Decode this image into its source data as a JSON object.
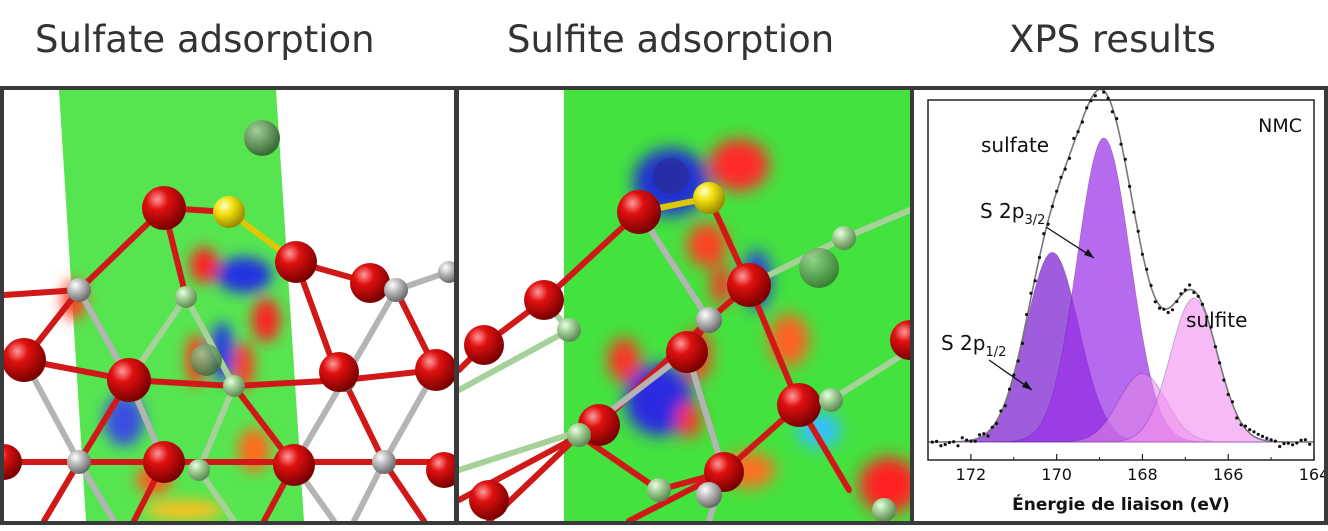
{
  "panels": [
    {
      "title": "Sulfate adsorption"
    },
    {
      "title": "Sulfite adsorption"
    },
    {
      "title": "XPS results"
    }
  ],
  "colors": {
    "oxygen": "#e01010",
    "metal": "#b4b4b4",
    "metal_green": "#a6d29a",
    "sulfur": "#f2e010",
    "field_green": "#44e23e",
    "s2p32": "#9a30e6",
    "s2p12": "#7a1ed0",
    "sulfite_peak": "#f08ff0"
  },
  "chart_data": {
    "type": "line",
    "title": "NMC",
    "xlabel": "Énergie de liaison (eV)",
    "ylabel": "",
    "xlim": [
      173,
      164
    ],
    "x_reversed": true,
    "grid": false,
    "xticks": [
      172,
      170,
      168,
      166,
      164
    ],
    "annotations": [
      {
        "text": "sulfate"
      },
      {
        "text": "sulfite"
      },
      {
        "text": "S 2p",
        "sub": "3/2"
      },
      {
        "text": "S 2p",
        "sub": "1/2"
      }
    ],
    "peaks": [
      {
        "name": "S 2p1/2",
        "center": 170.1,
        "height": 0.58,
        "sigma": 0.62
      },
      {
        "name": "S 2p3/2",
        "center": 168.9,
        "height": 0.93,
        "sigma": 0.62
      },
      {
        "name": "sulfite 2p1/2",
        "center": 168.0,
        "height": 0.21,
        "sigma": 0.55
      },
      {
        "name": "sulfite 2p3/2",
        "center": 166.8,
        "height": 0.44,
        "sigma": 0.55
      }
    ],
    "series": [
      {
        "values_type": "envelope",
        "x": [
          173.0,
          172.5,
          172.0,
          171.5,
          171.0,
          170.5,
          170.0,
          169.5,
          169.0,
          168.8,
          168.5,
          168.0,
          167.5,
          167.0,
          166.8,
          166.5,
          166.0,
          165.5,
          165.0,
          164.5,
          164.0
        ],
        "y": [
          0.0,
          0.0,
          0.01,
          0.1,
          0.32,
          0.52,
          0.6,
          0.78,
          0.97,
          0.99,
          0.82,
          0.5,
          0.41,
          0.5,
          0.52,
          0.45,
          0.2,
          0.04,
          0.0,
          0.0,
          0.0
        ]
      }
    ]
  }
}
